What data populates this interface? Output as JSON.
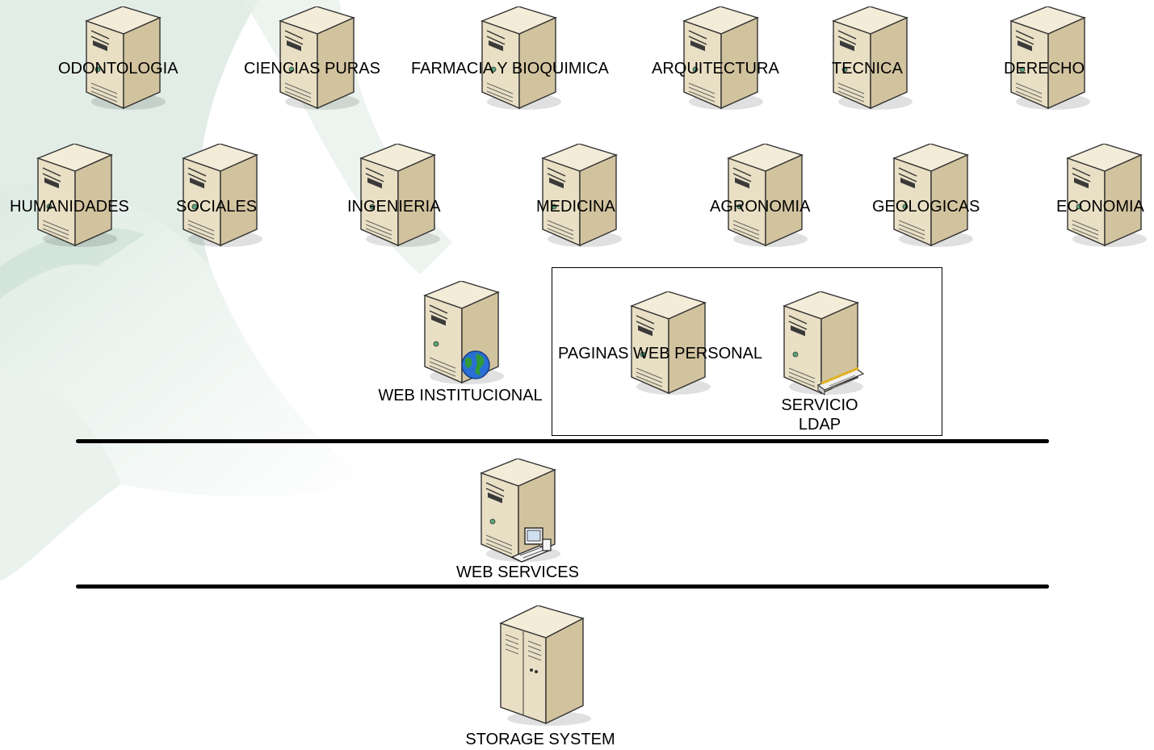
{
  "diagram": {
    "servers_row1": [
      {
        "label": "ODONTOLOGIA"
      },
      {
        "label": "CIENCIAS PURAS"
      },
      {
        "label": "FARMACIA Y BIOQUIMICA"
      },
      {
        "label": "ARQUITECTURA"
      },
      {
        "label": "TECNICA"
      },
      {
        "label": "DERECHO"
      }
    ],
    "servers_row2": [
      {
        "label": "HUMANIDADES"
      },
      {
        "label": "SOCIALES"
      },
      {
        "label": "INGENIERIA"
      },
      {
        "label": "MEDICINA"
      },
      {
        "label": "AGRONOMIA"
      },
      {
        "label": "GEOLOGICAS"
      },
      {
        "label": "ECONOMIA"
      }
    ],
    "web_institucional": {
      "label": "WEB INSTITUCIONAL",
      "icon": "web-server-globe-icon"
    },
    "group": {
      "paginas_web": {
        "label": "PAGINAS WEB PERSONAL",
        "icon": "server-icon"
      },
      "ldap": {
        "label_line1": "SERVICIO",
        "label_line2": "LDAP",
        "icon": "ldap-server-card-icon"
      }
    },
    "web_services": {
      "label": "WEB SERVICES",
      "icon": "server-workstation-icon"
    },
    "storage": {
      "label": "STORAGE SYSTEM",
      "icon": "storage-cabinet-icon"
    },
    "colors": {
      "server_body": "#e9dfc4",
      "server_side": "#d2c39f",
      "server_top": "#f3ecd8",
      "line": "#000000",
      "globe_blue": "#2a6fd6",
      "globe_green": "#2e9a3a"
    }
  }
}
